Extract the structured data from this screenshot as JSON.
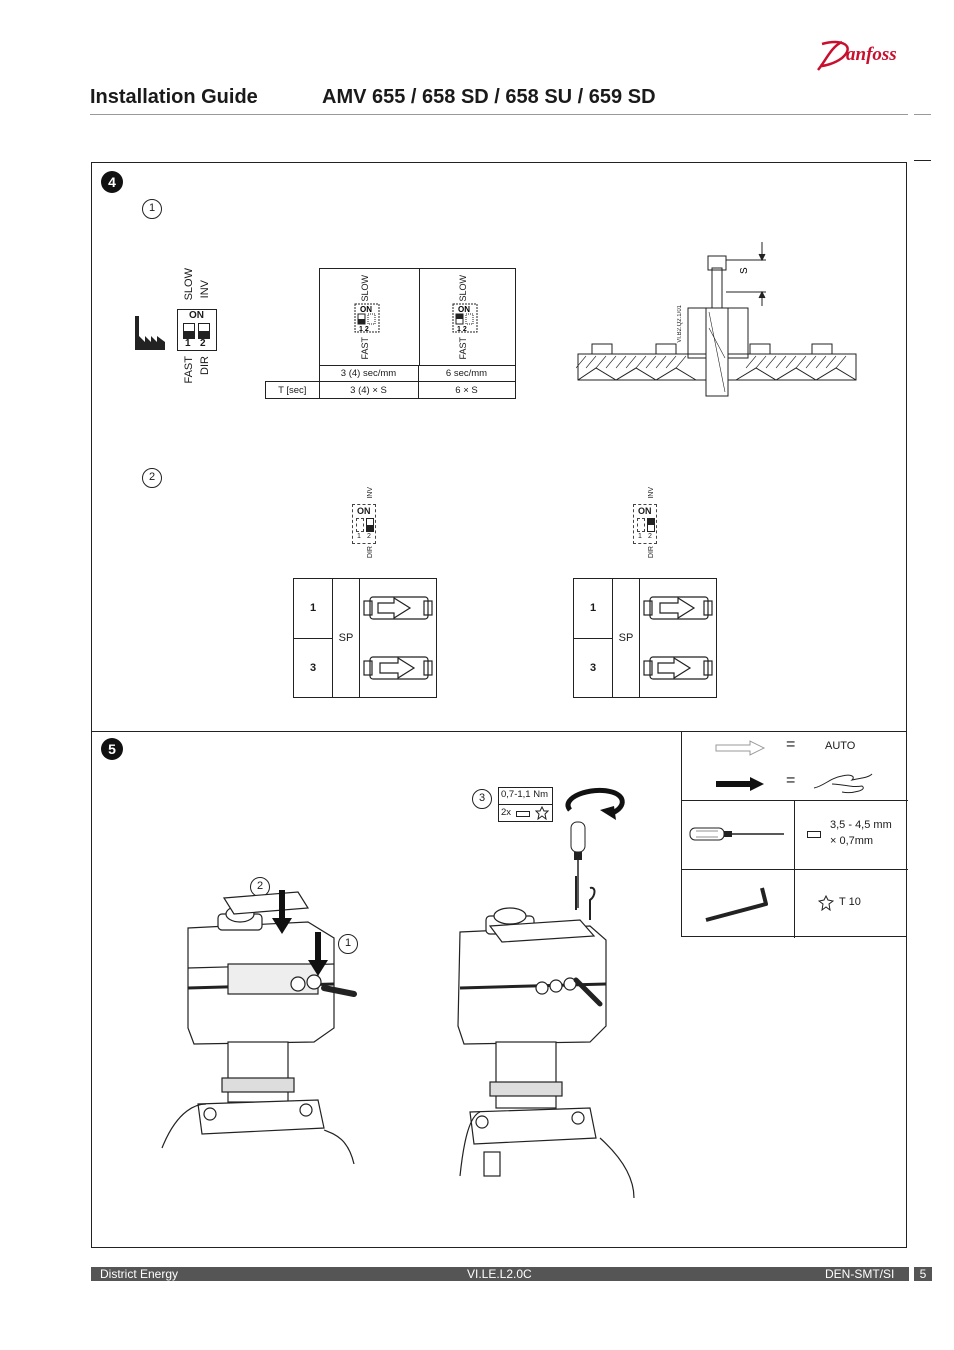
{
  "brand": "Danfoss",
  "header": {
    "title_left": "Installation Guide",
    "title_right": "AMV 655 / 658 SD / 658 SU / 659 SD"
  },
  "section4": {
    "badge": "4",
    "step1": "1",
    "step2": "2",
    "dip_labels": {
      "slow": "SLOW",
      "inv": "INV",
      "fast": "FAST",
      "dir": "DIR",
      "on": "ON",
      "n1": "1",
      "n2": "2"
    },
    "speed_table": {
      "row_speed": [
        "3 (4) sec/mm",
        "6 sec/mm"
      ],
      "row_t_label": "T [sec]",
      "row_t": [
        "3 (4) × S",
        "6 × S"
      ],
      "slow": "SLOW",
      "fast": "FAST"
    },
    "stroke_label": "S",
    "drawing_code": "VI.B2.Q2.1/01",
    "dir_tables": [
      {
        "rows": [
          "1",
          "3"
        ],
        "sp": "SP",
        "inv": "INV",
        "dir": "DIR"
      },
      {
        "rows": [
          "1",
          "3"
        ],
        "sp": "SP",
        "inv": "INV",
        "dir": "DIR"
      }
    ]
  },
  "section5": {
    "badge": "5",
    "steps": [
      "1",
      "2",
      "3"
    ],
    "torque": "0,7-1,1 Nm",
    "count": "2x",
    "legend": {
      "auto_equals": "=",
      "auto": "AUTO",
      "manual_equals": "=",
      "screwdriver_spec_1": "3,5 - 4,5 mm",
      "screwdriver_spec_2": "× 0,7mm",
      "torx": "T 10"
    }
  },
  "footer": {
    "left": "District Energy",
    "center": "VI.LE.L2.0C",
    "right": "DEN-SMT/SI",
    "page": "5"
  }
}
